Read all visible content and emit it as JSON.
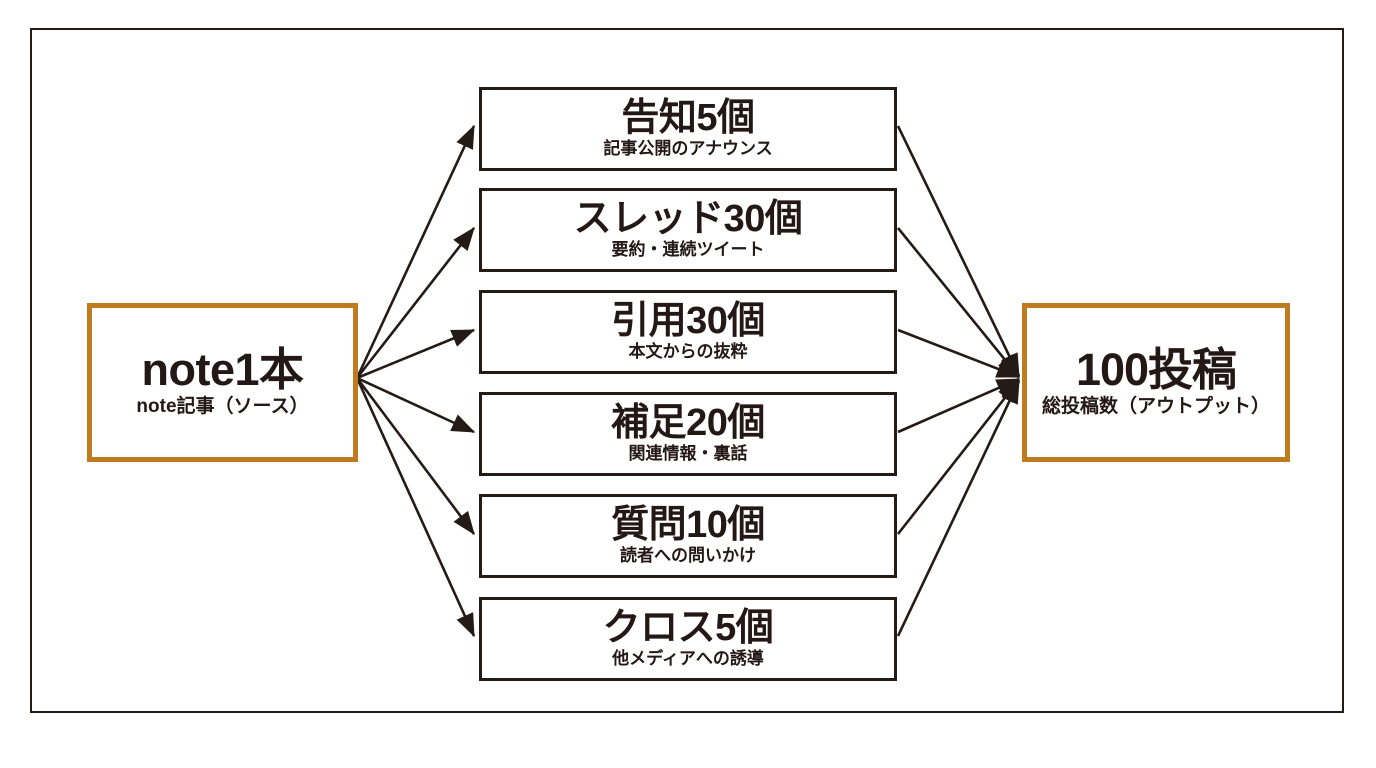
{
  "diagram": {
    "frame": {
      "border_color": "#241a16"
    },
    "accent_color": "#bf7b1e",
    "text_color": "#231815",
    "source": {
      "title": "note1本",
      "subtitle": "note記事（ソース）"
    },
    "output": {
      "title": "100投稿",
      "subtitle": "総投稿数（アウトプット）"
    },
    "middle": [
      {
        "title": "告知5個",
        "subtitle": "記事公開のアナウンス"
      },
      {
        "title": "スレッド30個",
        "subtitle": "要約・連続ツイート"
      },
      {
        "title": "引用30個",
        "subtitle": "本文からの抜粋"
      },
      {
        "title": "補足20個",
        "subtitle": "関連情報・裏話"
      },
      {
        "title": "質問10個",
        "subtitle": "読者への問いかけ"
      },
      {
        "title": "クロス5個",
        "subtitle": "他メディアへの誘導"
      }
    ]
  },
  "chart_data": {
    "type": "diagram",
    "title": "note1本 から 100投稿 への展開",
    "nodes": [
      {
        "id": "source",
        "label": "note1本",
        "sublabel": "note記事（ソース）",
        "value": 1,
        "role": "input"
      },
      {
        "id": "mid-0",
        "label": "告知5個",
        "sublabel": "記事公開のアナウンス",
        "value": 5,
        "role": "category"
      },
      {
        "id": "mid-1",
        "label": "スレッド30個",
        "sublabel": "要約・連続ツイート",
        "value": 30,
        "role": "category"
      },
      {
        "id": "mid-2",
        "label": "引用30個",
        "sublabel": "本文からの抜粋",
        "value": 30,
        "role": "category"
      },
      {
        "id": "mid-3",
        "label": "補足20個",
        "sublabel": "関連情報・裏話",
        "value": 20,
        "role": "category"
      },
      {
        "id": "mid-4",
        "label": "質問10個",
        "sublabel": "読者への問いかけ",
        "value": 10,
        "role": "category"
      },
      {
        "id": "mid-5",
        "label": "クロス5個",
        "sublabel": "他メディアへの誘導",
        "value": 5,
        "role": "category"
      },
      {
        "id": "output",
        "label": "100投稿",
        "sublabel": "総投稿数（アウトプット）",
        "value": 100,
        "role": "output"
      }
    ],
    "edges": [
      {
        "from": "source",
        "to": "mid-0"
      },
      {
        "from": "source",
        "to": "mid-1"
      },
      {
        "from": "source",
        "to": "mid-2"
      },
      {
        "from": "source",
        "to": "mid-3"
      },
      {
        "from": "source",
        "to": "mid-4"
      },
      {
        "from": "source",
        "to": "mid-5"
      },
      {
        "from": "mid-0",
        "to": "output"
      },
      {
        "from": "mid-1",
        "to": "output"
      },
      {
        "from": "mid-2",
        "to": "output"
      },
      {
        "from": "mid-3",
        "to": "output"
      },
      {
        "from": "mid-4",
        "to": "output"
      },
      {
        "from": "mid-5",
        "to": "output"
      }
    ],
    "categories": [
      "告知5個",
      "スレッド30個",
      "引用30個",
      "補足20個",
      "質問10個",
      "クロス5個"
    ],
    "values": [
      5,
      30,
      30,
      20,
      10,
      5
    ],
    "total": 100
  }
}
